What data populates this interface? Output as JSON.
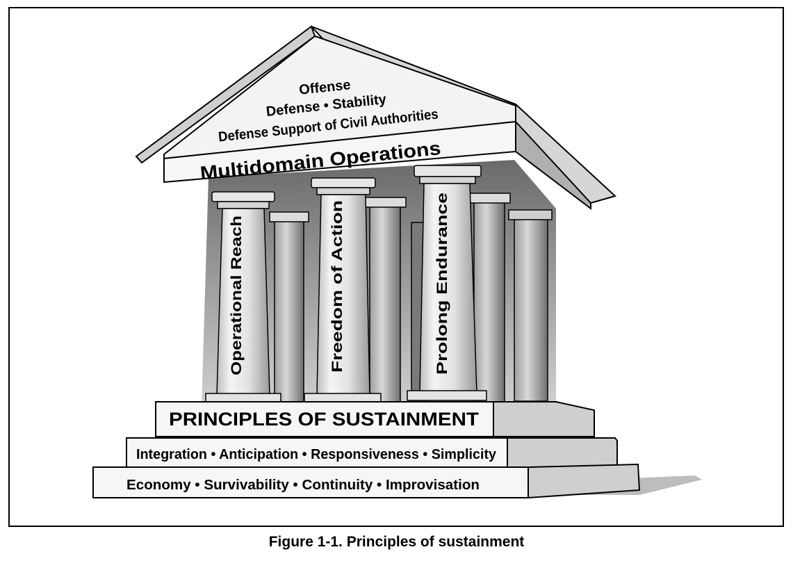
{
  "figure": {
    "caption": "Figure 1-1. Principles of sustainment"
  },
  "roof": {
    "line1": "Offense",
    "line2": "Defense • Stability",
    "line3": "Defense Support of Civil Authorities",
    "entablature": "Multidomain Operations"
  },
  "pillars": [
    {
      "label": "Operational Reach"
    },
    {
      "label": "Freedom of Action"
    },
    {
      "label": "Prolong Endurance"
    }
  ],
  "base": {
    "top_step": "PRINCIPLES OF SUSTAINMENT",
    "middle_step": "Integration • Anticipation • Responsiveness • Simplicity",
    "bottom_step": "Economy • Survivability • Continuity • Improvisation"
  },
  "colors": {
    "stone_light": "#f2f2f2",
    "stone_mid": "#cfcfcf",
    "stone_dark": "#8a8a8a",
    "outline": "#000000"
  }
}
